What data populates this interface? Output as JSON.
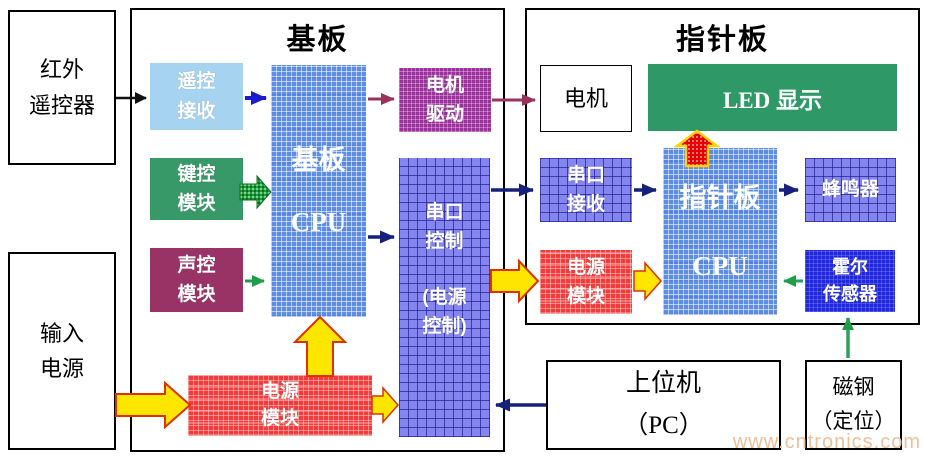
{
  "watermark": "www.cntronics.com",
  "colors": {
    "light_blue": "#a5d3f0",
    "green": "#389968",
    "maroon": "#9a3365",
    "cpu_blue": "#5e8ee4",
    "magenta": "#993399",
    "periwinkle": "#8585f0",
    "red": "#f23c3c",
    "hall_blue": "#2127d8",
    "led_green": "#2e9966",
    "arrow_yellow": "#ffe600",
    "arrow_red_outline": "#e03000",
    "arrow_navy": "#15217d",
    "arrow_blue": "#1b1bd0",
    "arrow_maroon": "#99335c",
    "arrow_green": "#1f9e4a",
    "arrow_black": "#111111"
  },
  "left": {
    "ir_remote": "红外\n遥控器",
    "input_power": "输入\n电源"
  },
  "base_board": {
    "title": "基板",
    "remote_rx": "遥控\n接收",
    "key_module": "键控\n模块",
    "voice_module": "声控\n模块",
    "cpu_top": "基板",
    "cpu_bottom": "CPU",
    "motor_drive": "电机\n驱动",
    "serial_ctrl_top": "串口\n控制",
    "serial_ctrl_bottom": "(电源\n控制)",
    "power_module": "电源\n模块"
  },
  "pointer_board": {
    "title": "指针板",
    "motor": "电机",
    "led_display": "LED 显示",
    "serial_rx": "串口\n接收",
    "cpu_top": "指针板",
    "cpu_bottom": "CPU",
    "buzzer": "蜂鸣器",
    "power_module": "电源\n模块",
    "hall_sensor": "霍尔\n传感器"
  },
  "external": {
    "host_pc": "上位机\n（PC）",
    "magnet": "磁钢\n（定位）"
  },
  "connections": [
    {
      "from": "红外遥控器",
      "to": "遥控接收",
      "style": "black-arrow"
    },
    {
      "from": "遥控接收",
      "to": "基板CPU",
      "style": "blue-arrow"
    },
    {
      "from": "键控模块",
      "to": "基板CPU",
      "style": "thick-green-arrow"
    },
    {
      "from": "声控模块",
      "to": "基板CPU",
      "style": "green-arrow"
    },
    {
      "from": "基板CPU",
      "to": "电机驱动",
      "style": "maroon-arrow"
    },
    {
      "from": "电机驱动",
      "to": "电机",
      "style": "maroon-arrow"
    },
    {
      "from": "基板CPU",
      "to": "串口控制",
      "style": "navy-arrow"
    },
    {
      "from": "输入电源",
      "to": "电源模块(基板)",
      "style": "yellow-arrow"
    },
    {
      "from": "电源模块(基板)",
      "to": "基板CPU",
      "style": "yellow-arrow-up"
    },
    {
      "from": "电源模块(基板)",
      "to": "串口控制",
      "style": "yellow-arrow"
    },
    {
      "from": "串口控制",
      "to": "串口接收",
      "style": "navy-arrow"
    },
    {
      "from": "串口控制",
      "to": "电源模块(指针板)",
      "style": "yellow-arrow"
    },
    {
      "from": "串口接收",
      "to": "指针板CPU",
      "style": "navy-arrow"
    },
    {
      "from": "指针板CPU",
      "to": "蜂鸣器",
      "style": "navy-arrow"
    },
    {
      "from": "指针板CPU",
      "to": "LED显示",
      "style": "red-arrow-up"
    },
    {
      "from": "电源模块(指针板)",
      "to": "指针板CPU",
      "style": "yellow-arrow"
    },
    {
      "from": "霍尔传感器",
      "to": "指针板CPU",
      "style": "green-arrow"
    },
    {
      "from": "磁钢(定位)",
      "to": "霍尔传感器",
      "style": "green-arrow-up"
    },
    {
      "from": "上位机(PC)",
      "to": "串口控制",
      "style": "navy-arrow"
    }
  ]
}
